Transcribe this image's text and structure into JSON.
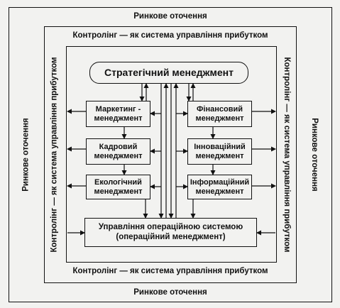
{
  "outer_label": "Ринкове оточення",
  "inner_label": "Контролінг — як система управління прибутком",
  "strategic": "Стратегічний менеджмент",
  "marketing": [
    "Маркетинг -",
    "менеджмент"
  ],
  "finance": [
    "Фінансовий",
    "менеджмент"
  ],
  "hr": [
    "Кадровий",
    "менеджмент"
  ],
  "innovation": [
    "Інноваційний",
    "менеджмент"
  ],
  "ecology": [
    "Екологічний",
    "менеджмент"
  ],
  "information": [
    "Інформаційний",
    "менеджмент"
  ],
  "operations": [
    "Управління операційною системою",
    "(операційний менеджмент)"
  ]
}
